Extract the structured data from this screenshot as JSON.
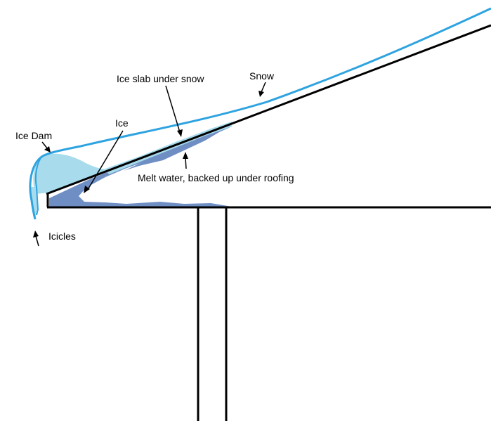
{
  "labels": {
    "snow": "Snow",
    "ice_slab": "Ice slab under snow",
    "ice": "Ice",
    "ice_dam": "Ice Dam",
    "melt_water": "Melt water, backed up under roofing",
    "icicles": "Icicles"
  },
  "colors": {
    "snow_line": "#2ea3e0",
    "ice": "#a8dcec",
    "melt_water": "#6f8fc4",
    "structure": "#000000",
    "background": "#ffffff"
  }
}
